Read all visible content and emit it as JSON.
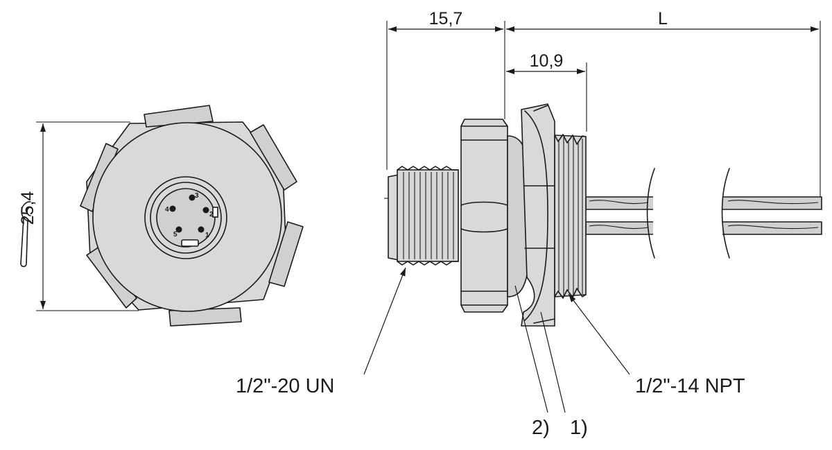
{
  "dimensions": {
    "width_across_flats": "25,4",
    "front_thread_length": "15,7",
    "rear_thread_length": "10,9",
    "cable_length": "L"
  },
  "callouts": {
    "front_thread": "1/2\"-20 UN",
    "rear_thread": "1/2\"-14 NPT",
    "note_2": "2)",
    "note_1": "1)"
  },
  "pins": [
    "1",
    "2",
    "3",
    "4",
    "5"
  ],
  "icons": {
    "wrench": "wrench-icon"
  }
}
